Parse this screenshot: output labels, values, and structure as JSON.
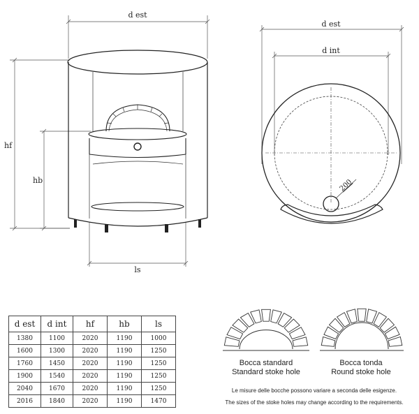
{
  "labels": {
    "d_est_front": "d est",
    "hf": "hf",
    "hb": "hb",
    "ls": "ls",
    "d_est_top": "d est",
    "d_int": "d int",
    "hole_size": "200"
  },
  "table": {
    "headers": [
      "d est",
      "d int",
      "hf",
      "hb",
      "ls"
    ],
    "rows": [
      [
        "1380",
        "1100",
        "2020",
        "1190",
        "1000"
      ],
      [
        "1600",
        "1300",
        "2020",
        "1190",
        "1250"
      ],
      [
        "1760",
        "1450",
        "2020",
        "1190",
        "1250"
      ],
      [
        "1900",
        "1540",
        "2020",
        "1190",
        "1250"
      ],
      [
        "2040",
        "1670",
        "2020",
        "1190",
        "1250"
      ],
      [
        "2016",
        "1840",
        "2020",
        "1190",
        "1470"
      ]
    ]
  },
  "mouths": {
    "standard": {
      "line1": "Bocca standard",
      "line2": "Standard stoke hole"
    },
    "round": {
      "line1": "Bocca tonda",
      "line2": "Round stoke hole"
    }
  },
  "notes": {
    "italian": "Le misure delle bocche possono variare  a seconda delle esigenze.",
    "english": "The sizes of the stoke holes may change according to the requirements."
  }
}
